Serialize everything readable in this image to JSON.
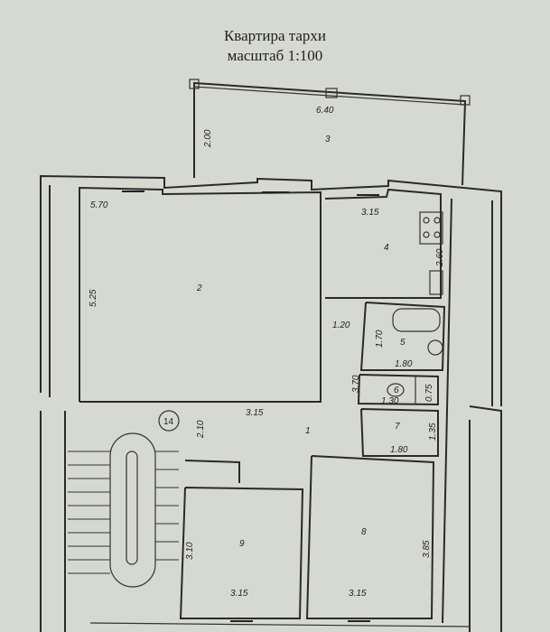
{
  "title": {
    "line1": "Квартира тархи",
    "line2": "масштаб 1:100"
  },
  "rooms": {
    "r1": {
      "number": "1",
      "dims": [
        "1.20",
        "3.70",
        "2.10"
      ]
    },
    "r2": {
      "number": "2",
      "dims": [
        "5.70",
        "5.25",
        "3.15"
      ]
    },
    "r3": {
      "number": "3",
      "dims": [
        "6.40",
        "2.00"
      ]
    },
    "r4": {
      "number": "4",
      "dims": [
        "3.15",
        "2.60"
      ]
    },
    "r5": {
      "number": "5",
      "dims": [
        "1.70",
        "1.80"
      ]
    },
    "r6": {
      "number": "6",
      "dims": [
        "1.30",
        "0.75"
      ]
    },
    "r7": {
      "number": "7",
      "dims": [
        "1.35",
        "1.80"
      ]
    },
    "r8": {
      "number": "8",
      "dims": [
        "3.85",
        "3.15"
      ]
    },
    "r9": {
      "number": "9",
      "dims": [
        "3.10",
        "3.15"
      ]
    },
    "stair": {
      "number": "14"
    }
  },
  "colors": {
    "paper": "#d6d9d0",
    "ink": "#2a2a2a"
  }
}
